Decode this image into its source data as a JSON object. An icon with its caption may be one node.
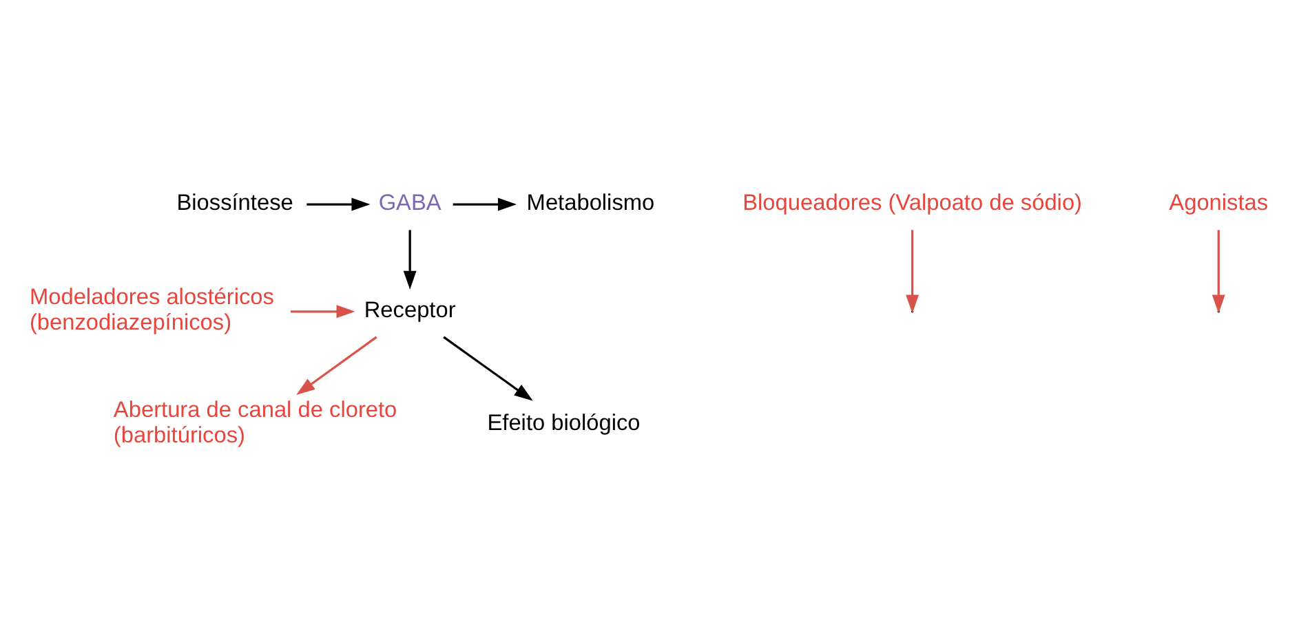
{
  "diagram": {
    "nodes": [
      {
        "text": [
          "Biossíntese"
        ]
      },
      {
        "text": [
          "GABA"
        ]
      },
      {
        "text": [
          "Metabolismo"
        ]
      },
      {
        "text": [
          "Bloqueadores (Valpoato de sódio)"
        ]
      },
      {
        "text": [
          "Agonistas"
        ]
      },
      {
        "text": [
          "Receptor"
        ]
      },
      {
        "text": [
          "Modeladores alostéricos (benzodiazepínicos)"
        ]
      },
      {
        "text": [
          "Abertura de canal de cloreto (barbitúricos)"
        ]
      },
      {
        "text": [
          "Efeito biológico"
        ]
      }
    ],
    "edges": [
      {
        "from": 0,
        "to": 1,
        "arrow": "to"
      },
      {
        "from": 1,
        "to": 2,
        "arrow": "to"
      },
      {
        "from": 3,
        "to": null,
        "arrow": "to",
        "color": "#d9534a"
      },
      {
        "from": 1,
        "to": 5,
        "arrow": "to"
      },
      {
        "from": 4,
        "to": null,
        "arrow": "to",
        "color": "#d9534a"
      },
      {
        "from": 6,
        "to": 5,
        "arrow": "to",
        "color": "#d9534a"
      },
      {
        "from": 5,
        "to": 7,
        "arrow": "to",
        "color": "#d9534a"
      },
      {
        "from": 5,
        "to": 8,
        "arrow": "to"
      }
    ]
  }
}
